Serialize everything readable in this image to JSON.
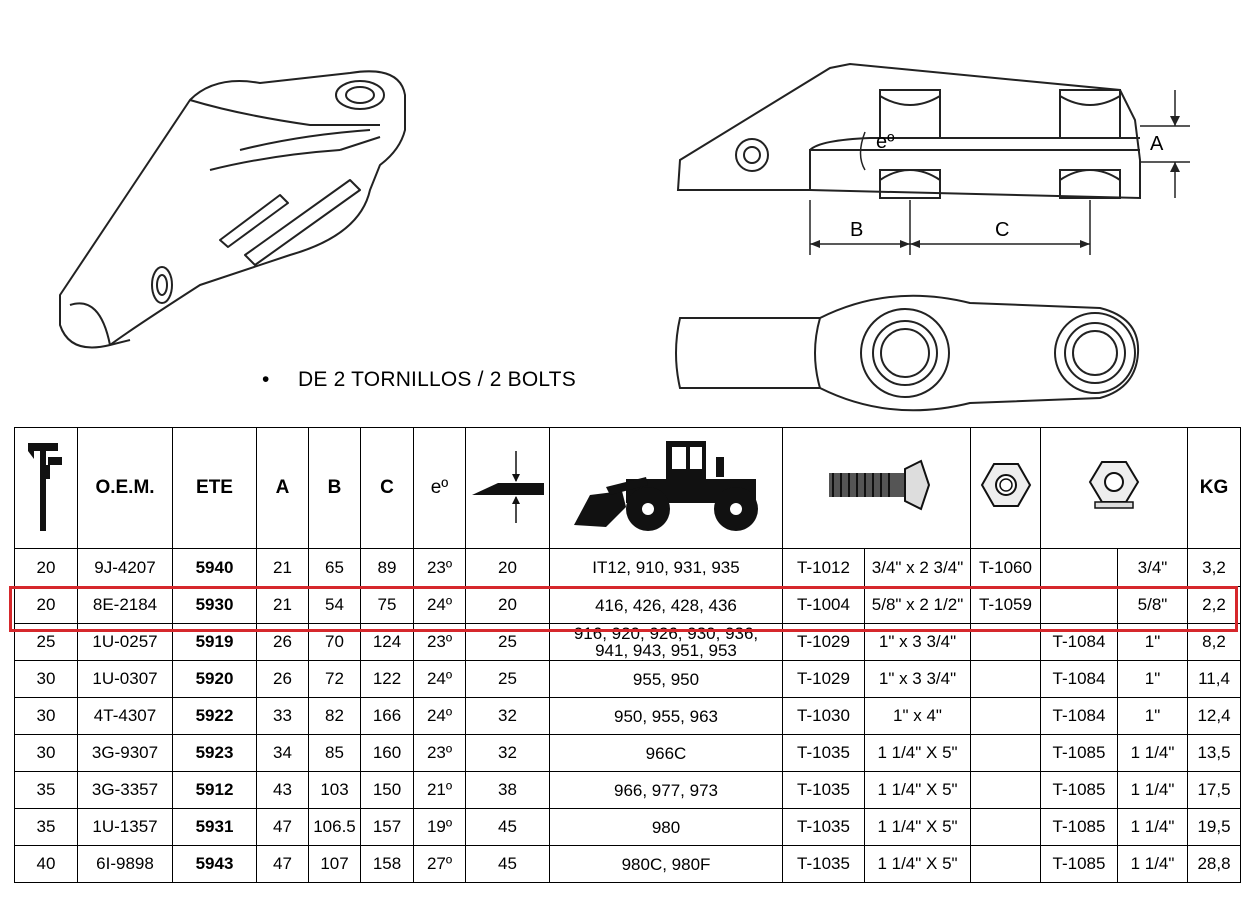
{
  "caption": {
    "bullet": "•",
    "text": "DE 2 TORNILLOS / 2 BOLTS"
  },
  "diagram_labels": {
    "a": "A",
    "b": "B",
    "c": "C",
    "angle": "eº"
  },
  "table": {
    "headers": {
      "caliper_icon": "caliper-icon",
      "oem": "O.E.M.",
      "ete": "ETE",
      "a": "A",
      "b": "B",
      "c": "C",
      "angle": "eº",
      "thickness_icon": "plate-thickness-icon",
      "loader_icon": "wheel-loader-icon",
      "bolt_icon": "plow-bolt-icon",
      "nut_icon_1": "hex-nut-icon",
      "nut_icon_2": "hex-nut-icon",
      "kg": "KG"
    },
    "rows": [
      {
        "size": "20",
        "oem": "9J-4207",
        "ete": "5940",
        "a": "21",
        "b": "65",
        "c": "89",
        "angle": "23º",
        "thick": "20",
        "models": "IT12, 910, 931, 935",
        "bolt": "T-1012",
        "bolt_size": "3/4\" x 2 3/4\"",
        "nut1": "T-1060",
        "nut2": "",
        "nut_size": "3/4\"",
        "kg": "3,2"
      },
      {
        "size": "20",
        "oem": "8E-2184",
        "ete": "5930",
        "a": "21",
        "b": "54",
        "c": "75",
        "angle": "24º",
        "thick": "20",
        "models": "416, 426, 428, 436",
        "bolt": "T-1004",
        "bolt_size": "5/8\" x 2 1/2\"",
        "nut1": "T-1059",
        "nut2": "",
        "nut_size": "5/8\"",
        "kg": "2,2"
      },
      {
        "size": "25",
        "oem": "1U-0257",
        "ete": "5919",
        "a": "26",
        "b": "70",
        "c": "124",
        "angle": "23º",
        "thick": "25",
        "models": "916, 920, 926, 930, 936,\n941, 943, 951, 953",
        "bolt": "T-1029",
        "bolt_size": "1\" x 3 3/4\"",
        "nut1": "",
        "nut2": "T-1084",
        "nut_size": "1\"",
        "kg": "8,2"
      },
      {
        "size": "30",
        "oem": "1U-0307",
        "ete": "5920",
        "a": "26",
        "b": "72",
        "c": "122",
        "angle": "24º",
        "thick": "25",
        "models": "955, 950",
        "bolt": "T-1029",
        "bolt_size": "1\" x 3 3/4\"",
        "nut1": "",
        "nut2": "T-1084",
        "nut_size": "1\"",
        "kg": "11,4"
      },
      {
        "size": "30",
        "oem": "4T-4307",
        "ete": "5922",
        "a": "33",
        "b": "82",
        "c": "166",
        "angle": "24º",
        "thick": "32",
        "models": "950, 955, 963",
        "bolt": "T-1030",
        "bolt_size": "1\" x  4\"",
        "nut1": "",
        "nut2": "T-1084",
        "nut_size": "1\"",
        "kg": "12,4"
      },
      {
        "size": "30",
        "oem": "3G-9307",
        "ete": "5923",
        "a": "34",
        "b": "85",
        "c": "160",
        "angle": "23º",
        "thick": "32",
        "models": "966C",
        "bolt": "T-1035",
        "bolt_size": "1 1/4\" X 5\"",
        "nut1": "",
        "nut2": "T-1085",
        "nut_size": "1 1/4\"",
        "kg": "13,5"
      },
      {
        "size": "35",
        "oem": "3G-3357",
        "ete": "5912",
        "a": "43",
        "b": "103",
        "c": "150",
        "angle": "21º",
        "thick": "38",
        "models": "966, 977, 973",
        "bolt": "T-1035",
        "bolt_size": "1 1/4\" X 5\"",
        "nut1": "",
        "nut2": "T-1085",
        "nut_size": "1 1/4\"",
        "kg": "17,5"
      },
      {
        "size": "35",
        "oem": "1U-1357",
        "ete": "5931",
        "a": "47",
        "b": "106.5",
        "c": "157",
        "angle": "19º",
        "thick": "45",
        "models": "980",
        "bolt": "T-1035",
        "bolt_size": "1 1/4\" X 5\"",
        "nut1": "",
        "nut2": "T-1085",
        "nut_size": "1 1/4\"",
        "kg": "19,5"
      },
      {
        "size": "40",
        "oem": "6I-9898",
        "ete": "5943",
        "a": "47",
        "b": "107",
        "c": "158",
        "angle": "27º",
        "thick": "45",
        "models": "980C, 980F",
        "bolt": "T-1035",
        "bolt_size": "1 1/4\" X 5\"",
        "nut1": "",
        "nut2": "T-1085",
        "nut_size": "1 1/4\"",
        "kg": "28,8"
      }
    ],
    "highlighted_row": 1,
    "highlight_color": "#d6282c"
  }
}
